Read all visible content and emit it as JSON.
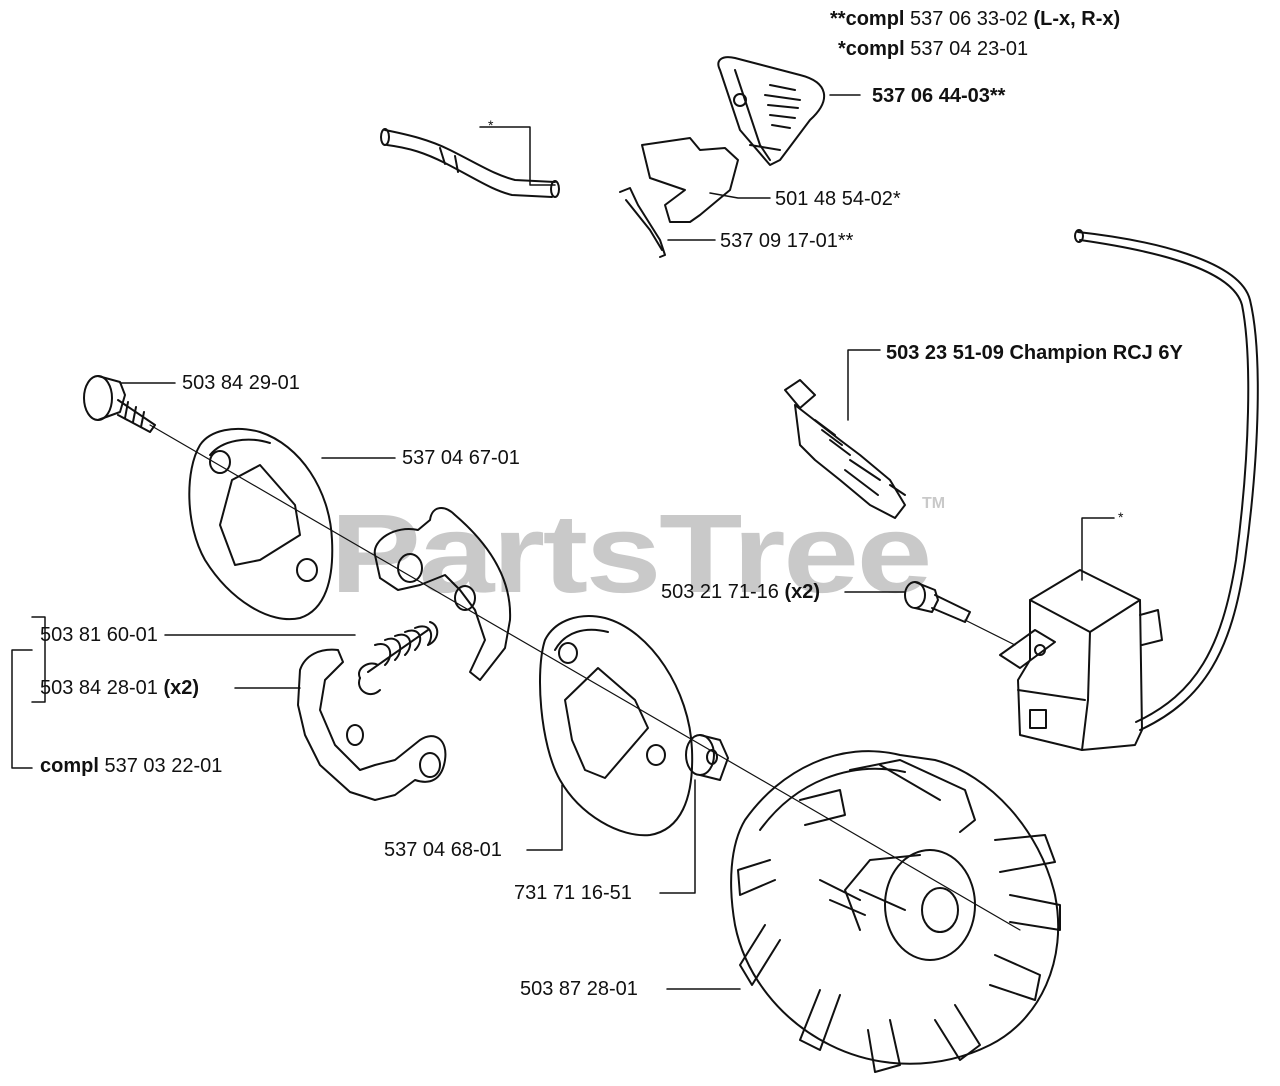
{
  "watermark": {
    "text": "PartsTree",
    "tm": "TM"
  },
  "labels": {
    "compl_lx_rx": {
      "prefix": "**compl",
      "number": "537 06 33-02",
      "suffix": "(L-x, R-x)"
    },
    "compl_single": {
      "prefix": "*compl",
      "number": "537 04 23-01"
    },
    "p_537064403": "537 06 44-03**",
    "p_hose_star": "*",
    "p_501485402": "501 48 54-02*",
    "p_537091701": "537 09 17-01**",
    "p_spark_plug": "503 23 51-09 Champion RCJ 6Y",
    "p_503842901": "503 84 29-01",
    "p_537046701": "537 04 67-01",
    "p_ignition_star": "*",
    "p_503217116": {
      "number": "503 21 71-16",
      "qty": "(x2)"
    },
    "p_503816001": "503 81 60-01",
    "p_503842801": {
      "number": "503 84 28-01",
      "qty": "(x2)"
    },
    "p_compl_537032201": {
      "prefix": "compl",
      "number": "537 03 22-01"
    },
    "p_537046801": "537 04 68-01",
    "p_731711651": "731 71 16-51",
    "p_503872801": "503 87 28-01"
  }
}
